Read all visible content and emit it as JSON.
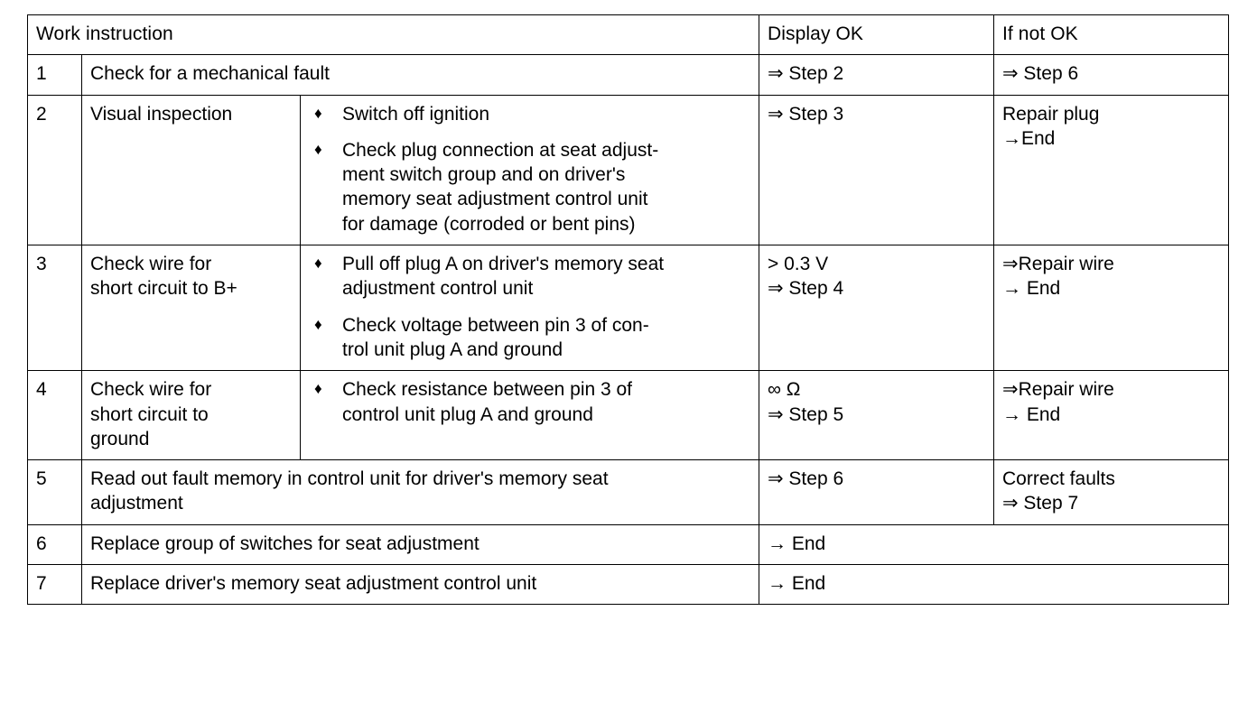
{
  "table": {
    "headers": {
      "work_instruction": "Work instruction",
      "display_ok": "Display OK",
      "if_not_ok": "If not OK"
    },
    "rows": [
      {
        "num": "1",
        "task": "Check for a mechanical fault",
        "details": [],
        "display_ok": "⇒ Step 2",
        "if_not_ok": "⇒ Step 6"
      },
      {
        "num": "2",
        "task": "Visual inspection",
        "details": [
          "Switch off ignition",
          "Check plug connection at seat adjust-\nment switch group and on driver's\nmemory seat adjustment control unit\nfor damage (corroded or bent pins)"
        ],
        "display_ok": "⇒ Step 3",
        "if_not_ok": "Repair plug\n→End"
      },
      {
        "num": "3",
        "task": "Check wire for\nshort circuit to B+",
        "details": [
          "Pull off plug A on driver's memory seat\nadjustment control unit",
          "Check voltage between pin 3 of con-\ntrol unit plug A and ground"
        ],
        "display_ok": "> 0.3 V\n⇒ Step 4",
        "if_not_ok": "⇒Repair wire\n→ End"
      },
      {
        "num": "4",
        "task": "Check wire for\nshort circuit to\nground",
        "details": [
          "Check resistance between pin 3 of\ncontrol unit plug A and ground"
        ],
        "display_ok": "∞ Ω\n⇒ Step 5",
        "if_not_ok": "⇒Repair wire\n→ End"
      },
      {
        "num": "5",
        "task": "Read out fault memory in control unit for driver's memory seat\nadjustment",
        "details": [],
        "display_ok": "⇒ Step 6",
        "if_not_ok": "Correct faults\n⇒ Step 7"
      },
      {
        "num": "6",
        "task": "Replace group of switches for seat adjustment",
        "details": [],
        "display_ok": "→ End",
        "if_not_ok": ""
      },
      {
        "num": "7",
        "task": "Replace driver's memory seat adjustment control unit",
        "details": [],
        "display_ok": "→ End",
        "if_not_ok": ""
      }
    ],
    "bullet_glyph": "♦"
  },
  "colors": {
    "border": "#000000",
    "text": "#000000",
    "background": "#ffffff"
  }
}
